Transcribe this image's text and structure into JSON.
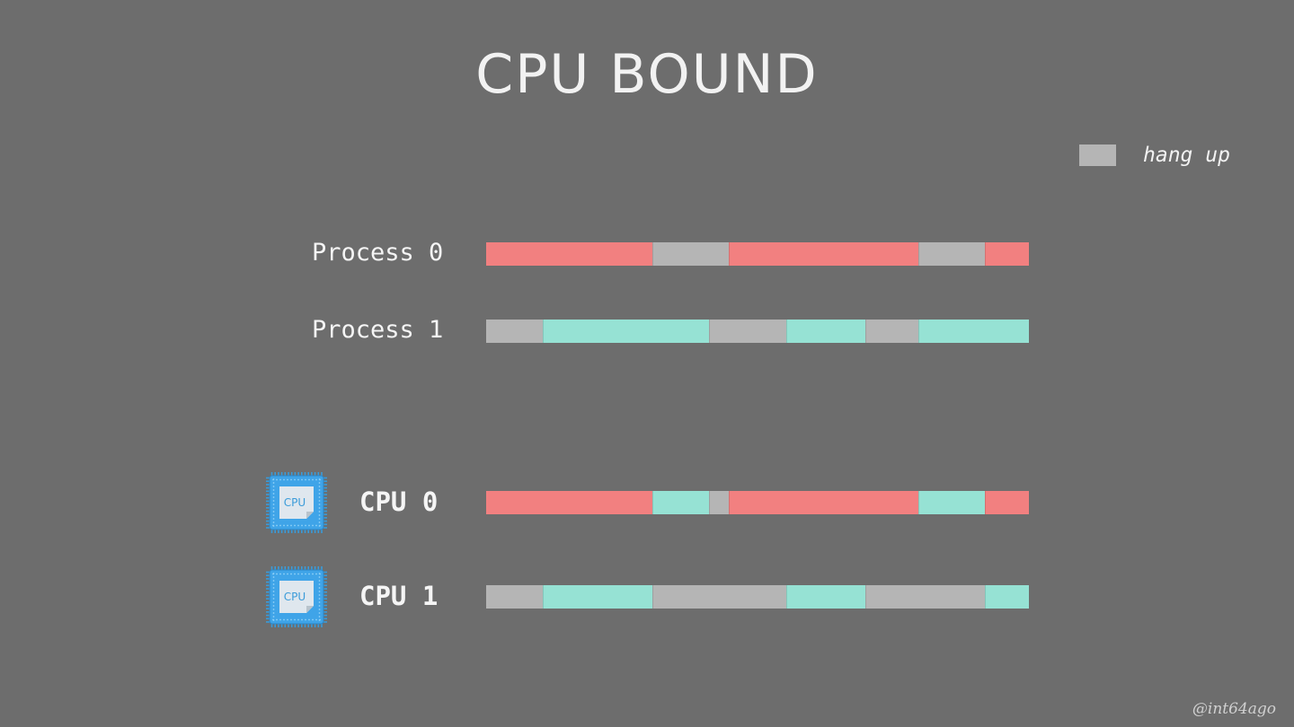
{
  "title": "CPU BOUND",
  "legend": {
    "label": "hang up",
    "color": "#b5b5b5"
  },
  "colors": {
    "process0": "#f28080",
    "process1": "#96e2d4",
    "hangup": "#b5b5b5"
  },
  "timeline_total": 604,
  "process_rows": [
    {
      "label": "Process 0",
      "segments": [
        {
          "state": "process0",
          "start": 0,
          "end": 185
        },
        {
          "state": "hangup",
          "start": 185,
          "end": 270
        },
        {
          "state": "process0",
          "start": 270,
          "end": 481
        },
        {
          "state": "hangup",
          "start": 481,
          "end": 555
        },
        {
          "state": "process0",
          "start": 555,
          "end": 604
        }
      ]
    },
    {
      "label": "Process 1",
      "segments": [
        {
          "state": "hangup",
          "start": 0,
          "end": 63
        },
        {
          "state": "process1",
          "start": 63,
          "end": 248
        },
        {
          "state": "hangup",
          "start": 248,
          "end": 334
        },
        {
          "state": "process1",
          "start": 334,
          "end": 422
        },
        {
          "state": "hangup",
          "start": 422,
          "end": 481
        },
        {
          "state": "process1",
          "start": 481,
          "end": 604
        }
      ]
    }
  ],
  "cpu_rows": [
    {
      "label": "CPU 0",
      "chip_text": "CPU",
      "segments": [
        {
          "state": "process0",
          "start": 0,
          "end": 185
        },
        {
          "state": "process1",
          "start": 185,
          "end": 248
        },
        {
          "state": "hangup",
          "start": 248,
          "end": 270
        },
        {
          "state": "process0",
          "start": 270,
          "end": 481
        },
        {
          "state": "process1",
          "start": 481,
          "end": 555
        },
        {
          "state": "process0",
          "start": 555,
          "end": 604
        }
      ]
    },
    {
      "label": "CPU 1",
      "chip_text": "CPU",
      "segments": [
        {
          "state": "hangup",
          "start": 0,
          "end": 63
        },
        {
          "state": "process1",
          "start": 63,
          "end": 185
        },
        {
          "state": "hangup",
          "start": 185,
          "end": 334
        },
        {
          "state": "process1",
          "start": 334,
          "end": 422
        },
        {
          "state": "hangup",
          "start": 422,
          "end": 555
        },
        {
          "state": "process1",
          "start": 555,
          "end": 604
        }
      ]
    }
  ],
  "watermark": "@int64ago"
}
